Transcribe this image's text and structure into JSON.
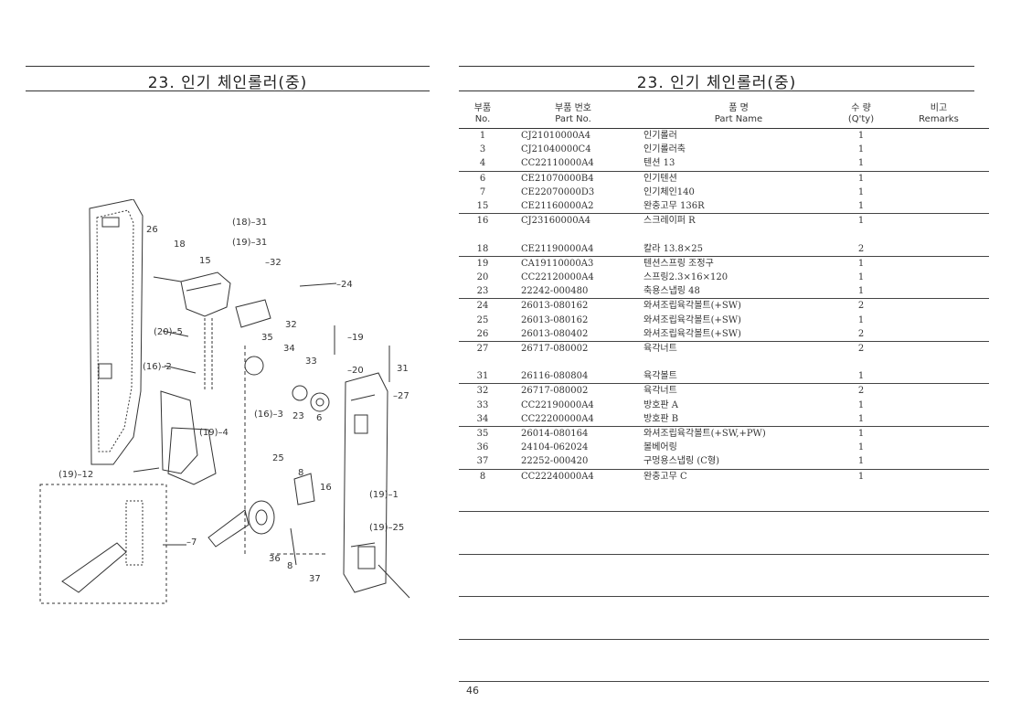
{
  "page_title": "23. 인기 체인롤러(중)",
  "columns": {
    "no_kr": "부품",
    "no_en": "No.",
    "part_kr": "부품 번호",
    "part_en": "Part No.",
    "name_kr": "품 명",
    "name_en": "Part Name",
    "qty_kr": "수 량",
    "qty_en": "(Q'ty)",
    "remarks_kr": "비고",
    "remarks_en": "Remarks"
  },
  "parts": [
    {
      "no": "1",
      "part": "CJ21010000A4",
      "name": "인기롤러",
      "qty": "1"
    },
    {
      "no": "3",
      "part": "CJ21040000C4",
      "name": "인기롤러축",
      "qty": "1"
    },
    {
      "no": "4",
      "part": "CC22110000A4",
      "name": "텐션 13",
      "qty": "1"
    },
    {
      "no": "6",
      "part": "CE21070000B4",
      "name": "인기텐션",
      "qty": "1"
    },
    {
      "no": "7",
      "part": "CE22070000D3",
      "name": "인기체인140",
      "qty": "1"
    },
    {
      "no": "15",
      "part": "CE21160000A2",
      "name": "완충고무 136R",
      "qty": "1"
    },
    {
      "no": "16",
      "part": "CJ23160000A4",
      "name": "스크레이퍼 R",
      "qty": "1"
    },
    {
      "no": "",
      "part": "",
      "name": "",
      "qty": ""
    },
    {
      "no": "18",
      "part": "CE21190000A4",
      "name": "칼라 13.8×25",
      "qty": "2"
    },
    {
      "no": "19",
      "part": "CA19110000A3",
      "name": "텐션스프링 조정구",
      "qty": "1"
    },
    {
      "no": "20",
      "part": "CC22120000A4",
      "name": "스프링2.3×16×120",
      "qty": "1"
    },
    {
      "no": "23",
      "part": "22242-000480",
      "name": "축용스냅링 48",
      "qty": "1"
    },
    {
      "no": "24",
      "part": "26013-080162",
      "name": "와셔조립육각볼트(+SW)",
      "qty": "2"
    },
    {
      "no": "25",
      "part": "26013-080162",
      "name": "와셔조립육각볼트(+SW)",
      "qty": "1"
    },
    {
      "no": "26",
      "part": "26013-080402",
      "name": "와셔조립육각볼트(+SW)",
      "qty": "2"
    },
    {
      "no": "27",
      "part": "26717-080002",
      "name": "육각너트",
      "qty": "2"
    },
    {
      "no": "",
      "part": "",
      "name": "",
      "qty": ""
    },
    {
      "no": "31",
      "part": "26116-080804",
      "name": "육각볼트",
      "qty": "1"
    },
    {
      "no": "32",
      "part": "26717-080002",
      "name": "육각너트",
      "qty": "2"
    },
    {
      "no": "33",
      "part": "CC22190000A4",
      "name": "방호판 A",
      "qty": "1"
    },
    {
      "no": "34",
      "part": "CC22200000A4",
      "name": "방호판 B",
      "qty": "1"
    },
    {
      "no": "35",
      "part": "26014-080164",
      "name": "와셔조립육각볼트(+SW,+PW)",
      "qty": "1"
    },
    {
      "no": "36",
      "part": "24104-062024",
      "name": "볼베어링",
      "qty": "1"
    },
    {
      "no": "37",
      "part": "22252-000420",
      "name": "구멍용스냅링 (C형)",
      "qty": "1"
    },
    {
      "no": "8",
      "part": "CC22240000A4",
      "name": "완충고무 C",
      "qty": "1"
    },
    {
      "no": "",
      "part": "",
      "name": "",
      "qty": ""
    },
    {
      "no": "",
      "part": "",
      "name": "",
      "qty": ""
    },
    {
      "no": "",
      "part": "",
      "name": "",
      "qty": ""
    },
    {
      "no": "",
      "part": "",
      "name": "",
      "qty": ""
    },
    {
      "no": "",
      "part": "",
      "name": "",
      "qty": ""
    },
    {
      "no": "",
      "part": "",
      "name": "",
      "qty": ""
    },
    {
      "no": "",
      "part": "",
      "name": "",
      "qty": ""
    },
    {
      "no": "",
      "part": "",
      "name": "",
      "qty": ""
    },
    {
      "no": "",
      "part": "",
      "name": "",
      "qty": ""
    },
    {
      "no": "",
      "part": "",
      "name": "",
      "qty": ""
    },
    {
      "no": "",
      "part": "",
      "name": "",
      "qty": ""
    },
    {
      "no": "",
      "part": "",
      "name": "",
      "qty": ""
    },
    {
      "no": "",
      "part": "",
      "name": "",
      "qty": ""
    },
    {
      "no": "",
      "part": "",
      "name": "",
      "qty": ""
    },
    {
      "no": "",
      "part": "",
      "name": "",
      "qty": ""
    }
  ],
  "diagram": {
    "labels": [
      "18",
      "19",
      "26",
      "18",
      "15",
      "32",
      "24",
      "20",
      "5",
      "16",
      "2",
      "35",
      "32",
      "19",
      "34",
      "33",
      "20",
      "31",
      "27",
      "16",
      "3",
      "23",
      "6",
      "19",
      "4",
      "19",
      "12",
      "7",
      "25",
      "8",
      "16",
      "36",
      "8",
      "37",
      "19",
      "1",
      "19",
      "25",
      "31",
      "31"
    ]
  },
  "page_number": "46"
}
